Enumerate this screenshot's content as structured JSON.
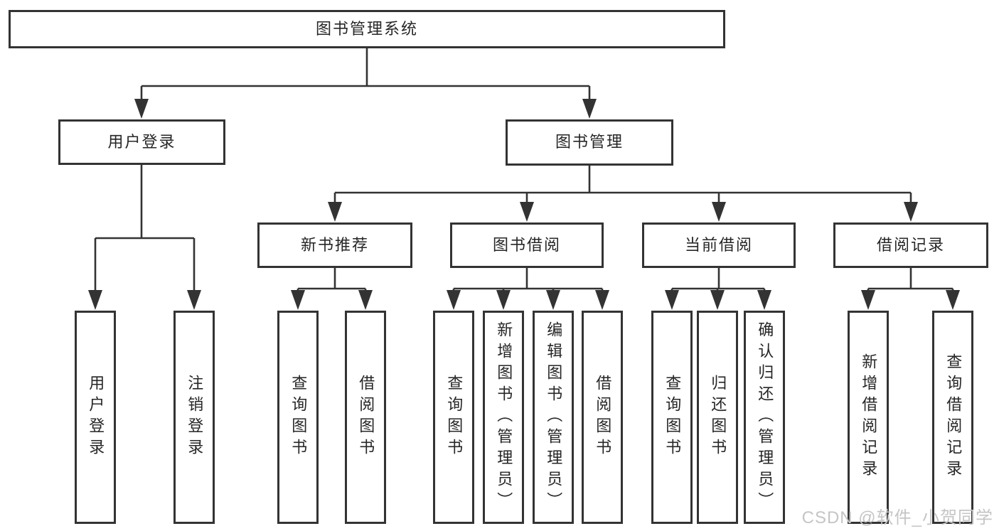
{
  "diagram": {
    "root": {
      "label": "图书管理系统"
    },
    "branches": [
      {
        "label": "用户登录",
        "children": [
          {
            "label": "用户登录"
          },
          {
            "label": "注销登录"
          }
        ]
      },
      {
        "label": "图书管理",
        "children": [
          {
            "label": "新书推荐",
            "children": [
              {
                "label": "查询图书"
              },
              {
                "label": "借阅图书"
              }
            ]
          },
          {
            "label": "图书借阅",
            "children": [
              {
                "label": "查询图书"
              },
              {
                "label": "新增图书（管理员）"
              },
              {
                "label": "编辑图书（管理员）"
              },
              {
                "label": "借阅图书"
              }
            ]
          },
          {
            "label": "当前借阅",
            "children": [
              {
                "label": "查询图书"
              },
              {
                "label": "归还图书"
              },
              {
                "label": "确认归还（管理员）"
              }
            ]
          },
          {
            "label": "借阅记录",
            "children": [
              {
                "label": "新增借阅记录"
              },
              {
                "label": "查询借阅记录"
              }
            ]
          }
        ]
      }
    ],
    "colors": {
      "line": "#333333",
      "text": "#262626",
      "background": "#ffffff",
      "watermark": "#c5c5c5"
    }
  },
  "watermark": {
    "text": "CSDN @软件_小贺同学"
  }
}
